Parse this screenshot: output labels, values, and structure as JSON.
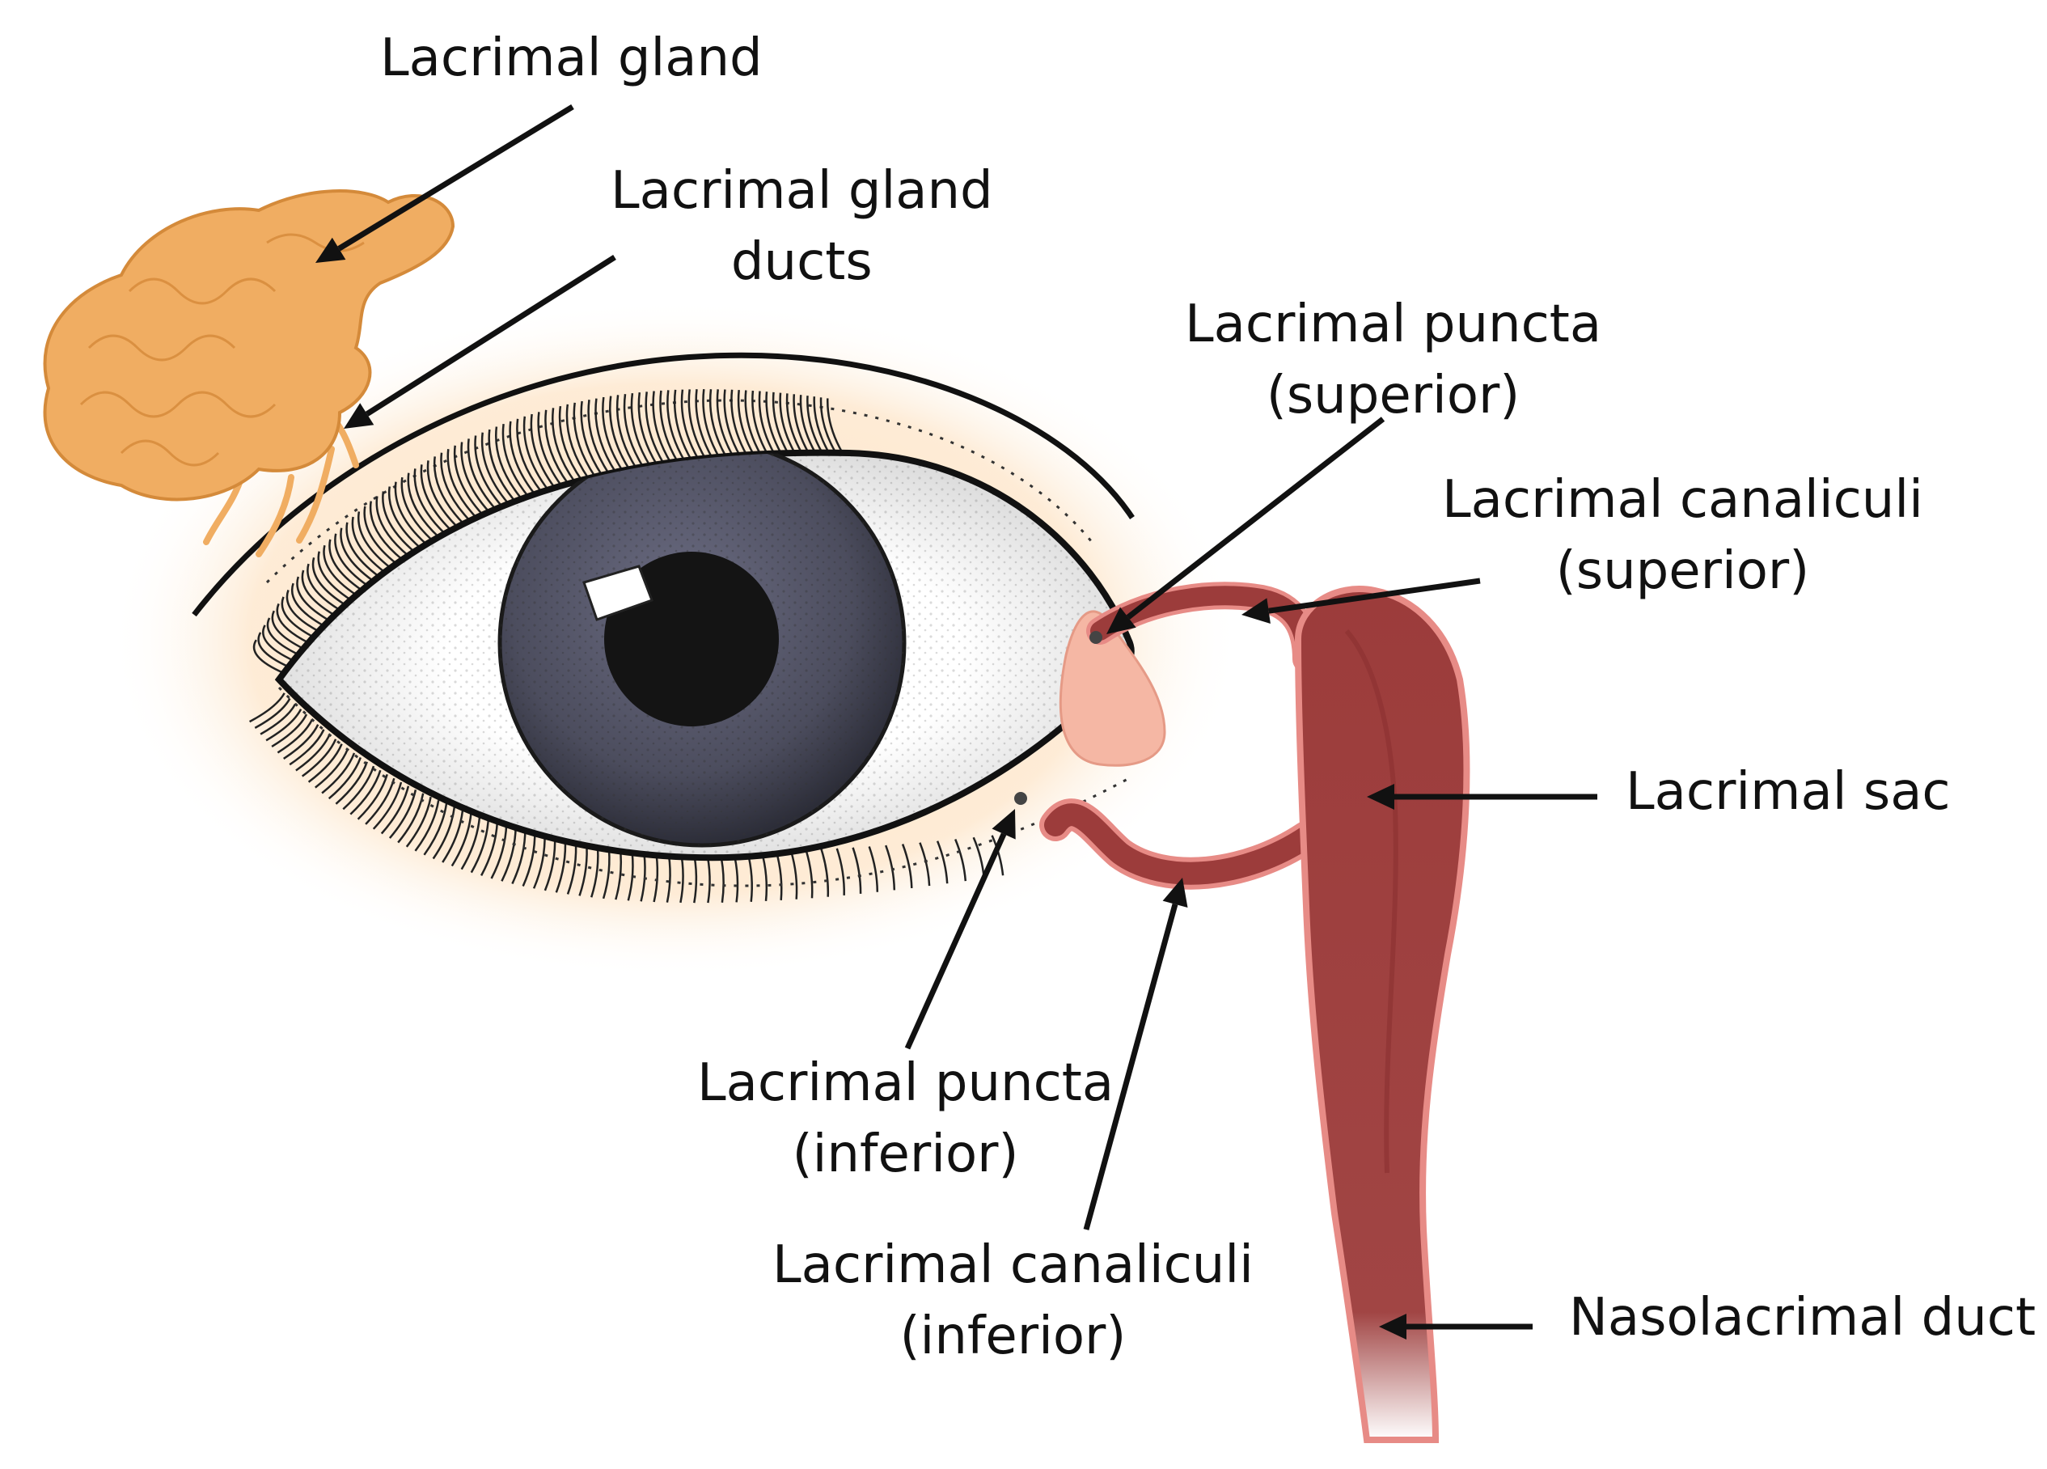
{
  "labels": {
    "lacrimal_gland": "Lacrimal gland",
    "gland_ducts_line1": "Lacrimal gland",
    "gland_ducts_line2": "ducts",
    "puncta_superior_line1": "Lacrimal puncta",
    "puncta_superior_line2": "(superior)",
    "canaliculi_superior_line1": "Lacrimal canaliculi",
    "canaliculi_superior_line2": "(superior)",
    "lacrimal_sac": "Lacrimal sac",
    "puncta_inferior_line1": "Lacrimal puncta",
    "puncta_inferior_line2": "(inferior)",
    "canaliculi_inferior_line1": "Lacrimal canaliculi",
    "canaliculi_inferior_line2": "(inferior)",
    "nasolacrimal_duct": "Nasolacrimal duct"
  },
  "colors": {
    "gland": "#f0ad62",
    "gland_outline": "#d48a3a",
    "skin_glow": "#fde3c4",
    "iris": "#4c4d5e",
    "pupil": "#141414",
    "sac": "#9c3c3b",
    "sac_outline": "#e78b86",
    "caruncle": "#f5b7a4",
    "text": "#111111"
  }
}
